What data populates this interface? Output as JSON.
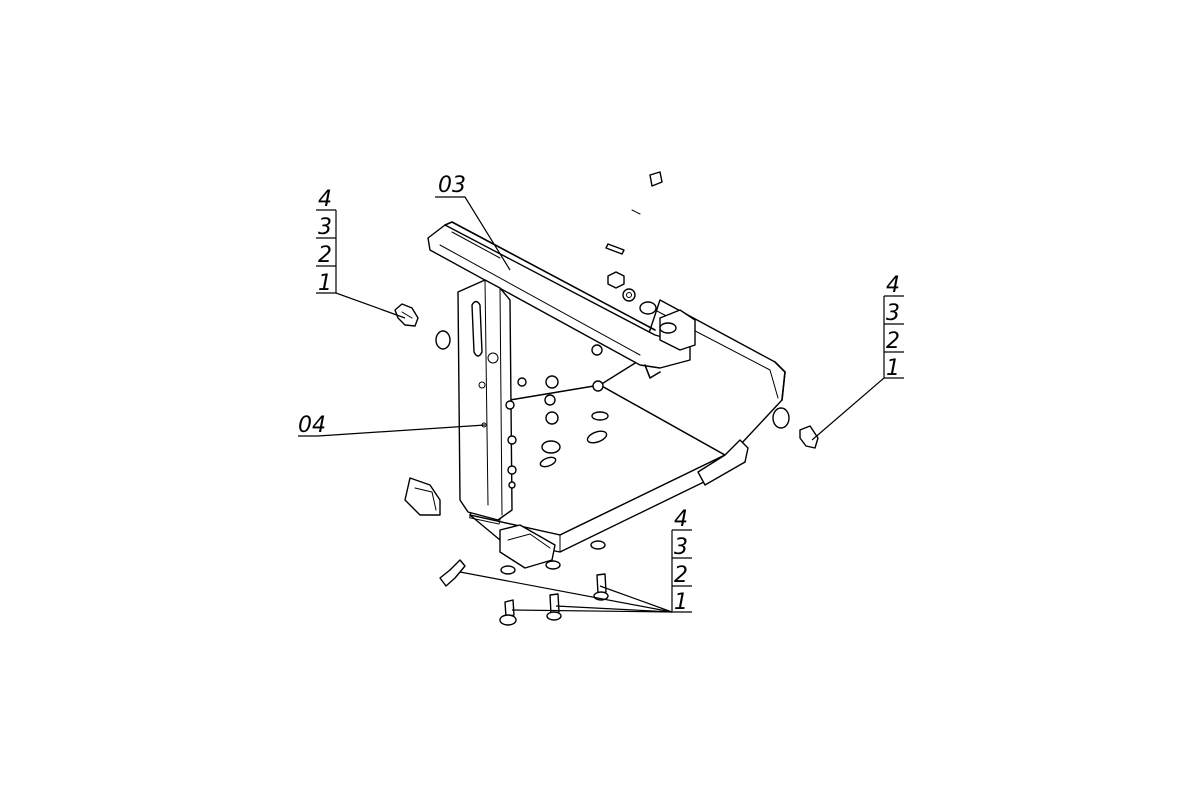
{
  "labels": {
    "part_03": "03",
    "part_04": "04",
    "left_stack": [
      "4",
      "3",
      "2",
      "1"
    ],
    "right_stack": [
      "4",
      "3",
      "2",
      "1"
    ],
    "bottom_stack": [
      "4",
      "3",
      "2",
      "1"
    ]
  }
}
